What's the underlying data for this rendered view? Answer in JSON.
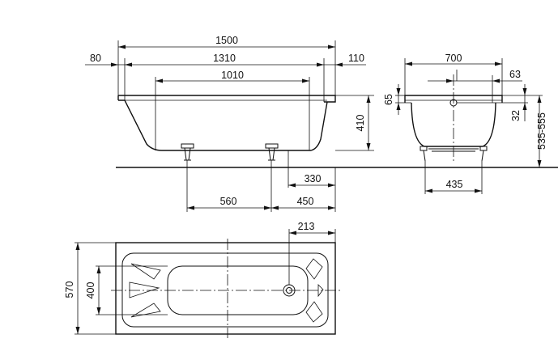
{
  "side_view": {
    "overall_length": "1500",
    "left_rim": "80",
    "inner_length": "1310",
    "right_rim": "110",
    "bottom_length": "1010",
    "depth": "410",
    "drain_offset": "330",
    "foot_spacing": "560",
    "foot_to_end": "450"
  },
  "end_view": {
    "width": "700",
    "rim_step": "63",
    "rim_height": "65",
    "overflow_offset": "32",
    "total_height": "535-555",
    "foot_width": "435"
  },
  "plan_view": {
    "drain_offset": "213",
    "outer_width": "570",
    "inner_width": "400"
  }
}
